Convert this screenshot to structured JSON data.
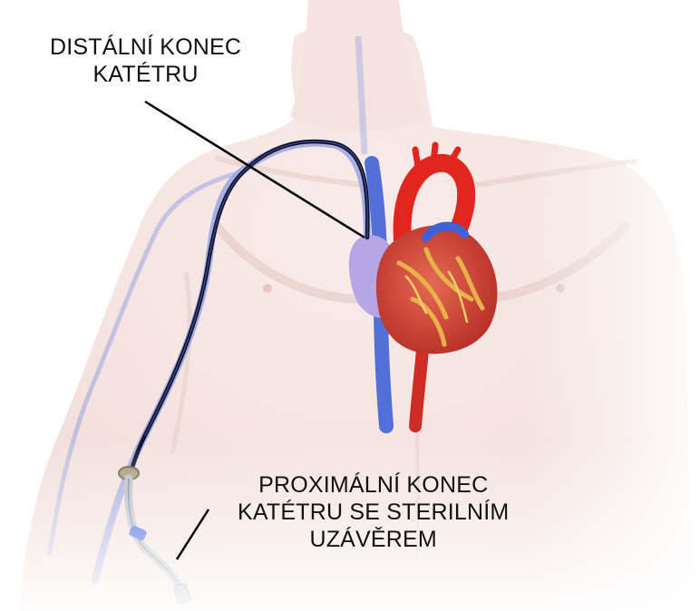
{
  "labels": {
    "distal": [
      "DISTÁLNÍ KONEC",
      "KATÉTRU"
    ],
    "proximal": [
      "PROXIMÁLNÍ KONEC",
      "KATÉTRU SE STERILNÍM",
      "UZÁVĚREM"
    ]
  },
  "colors": {
    "skin": "#f6e6e3",
    "skin_shade": "#ebd2cc",
    "vein": "#7f8fd8",
    "vena_cava": "#3f63d6",
    "aorta": "#e0261f",
    "heart": "#d9473a",
    "heart_fat": "#e8b24a",
    "atrium": "#b7a6e6",
    "catheter": "#0e1030",
    "leader_line": "#000000"
  }
}
